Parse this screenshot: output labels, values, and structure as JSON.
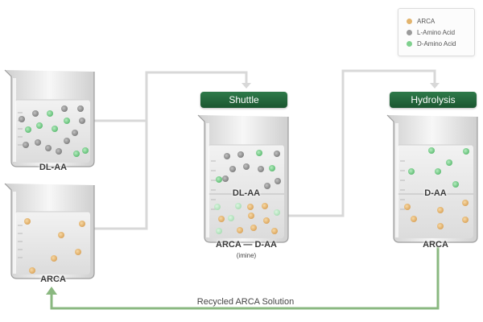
{
  "legend": {
    "items": [
      {
        "label": "ARCA",
        "color": "#e2b46e"
      },
      {
        "label": "L-Amino Acid",
        "color": "#9a9a9a"
      },
      {
        "label": "D-Amino Acid",
        "color": "#7fd08e"
      }
    ]
  },
  "stages": {
    "shuttle": "Shuttle",
    "hydrolysis": "Hydrolysis"
  },
  "beakers": {
    "dl_aa": "DL-AA",
    "arca": "ARCA",
    "shuttle_top": "DL-AA",
    "shuttle_bottom": "ARCA — D-AA",
    "shuttle_sub": "(imine)",
    "hydrolysis_top": "D-AA",
    "hydrolysis_bottom": "ARCA"
  },
  "flow": {
    "recycle_label": "Recycled ARCA Solution"
  },
  "colors": {
    "accent_green": "#1f5e35",
    "recycle_line": "#8ab880",
    "connector_line": "#d8d8d8",
    "glass": "#9d9d9d"
  }
}
